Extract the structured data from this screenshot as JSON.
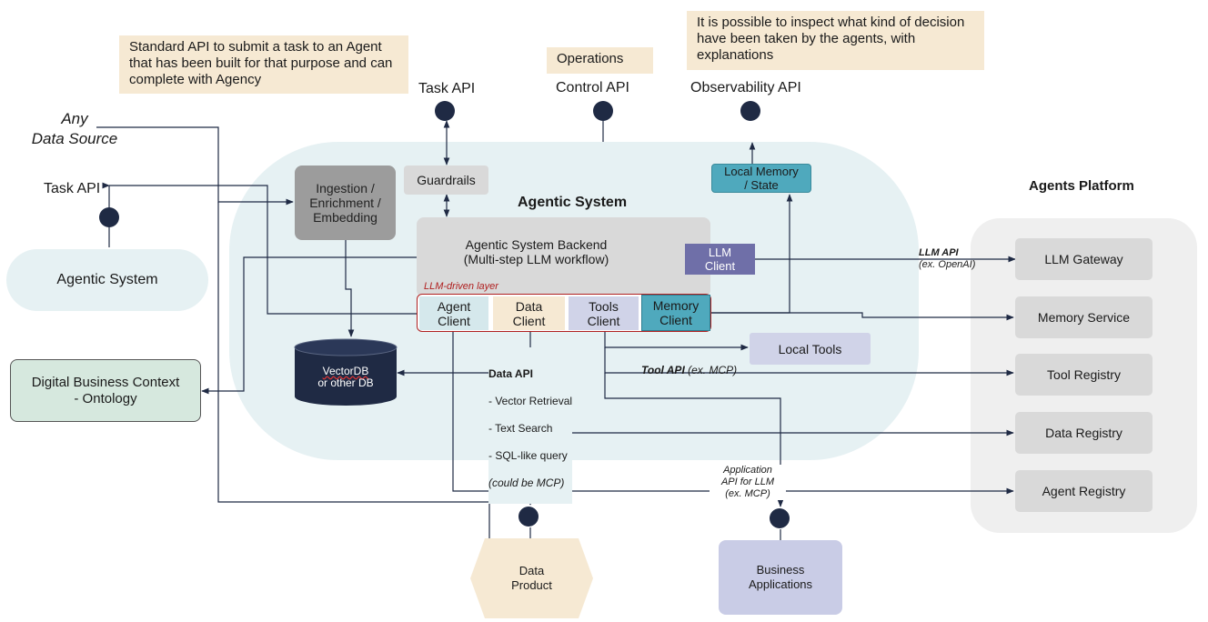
{
  "notes": {
    "task_api_note": "Standard API to submit a task to an Agent\nthat has been built for that purpose and can\ncomplete with Agency",
    "operations_note": "Operations",
    "observability_note": "It is possible to inspect what kind of decision\nhave been taken by the agents, with\nexplanations"
  },
  "api_labels": {
    "task_api_top": "Task API",
    "control_api": "Control API",
    "observability_api": "Observability API",
    "task_api_left": "Task API"
  },
  "any_data_source": {
    "line1": "Any",
    "line2": "Data Source"
  },
  "external_agentic_system": "Agentic System",
  "digital_business_context": "Digital Business Context\n- Ontology",
  "agentic_system": {
    "title": "Agentic System",
    "ingestion": "Ingestion /\nEnrichment /\nEmbedding",
    "guardrails": "Guardrails",
    "local_memory": "Local Memory\n/ State",
    "backend": "Agentic System Backend\n(Multi-step LLM workflow)",
    "llm_client": "LLM\nClient",
    "llm_driven_layer": "LLM-driven layer",
    "clients": [
      {
        "label": "Agent\nClient",
        "color": "#d5e8ec"
      },
      {
        "label": "Data\nClient",
        "color": "#f6e9d3"
      },
      {
        "label": "Tools\nClient",
        "color": "#d0d3e8"
      },
      {
        "label": "Memory\nClient",
        "color": "#4fa9bd"
      }
    ],
    "vectordb": {
      "line1": "VectorDB",
      "line2": "or other DB"
    },
    "local_tools": "Local Tools",
    "data_api": {
      "title": "Data API",
      "items": [
        "- Vector Retrieval",
        "- Text Search",
        "- SQL-like query"
      ],
      "note": "(could be MCP)"
    },
    "tool_api": {
      "label": "Tool API",
      "suffix": " (ex. MCP)"
    }
  },
  "connections": {
    "llm_api": "LLM API",
    "llm_api_example": "(ex. OpenAI)",
    "application_api": "Application\nAPI for LLM\n(ex. MCP)"
  },
  "agents_platform": {
    "title": "Agents Platform",
    "items": [
      "LLM Gateway",
      "Memory Service",
      "Tool Registry",
      "Data Registry",
      "Agent Registry"
    ]
  },
  "data_product": "Data\nProduct",
  "business_applications": "Business\nApplications",
  "colors": {
    "agentic_bg": "#e6f1f3",
    "note_bg": "#f6e9d3",
    "gray_box": "#d9d9d9",
    "navy": "#1f2a44",
    "memory_teal": "#4fa9bd",
    "llm_purple": "#6f6fa8",
    "business_apps": "#c9cce6",
    "ontology": "#d6e8de",
    "red_accent": "#b02020"
  }
}
